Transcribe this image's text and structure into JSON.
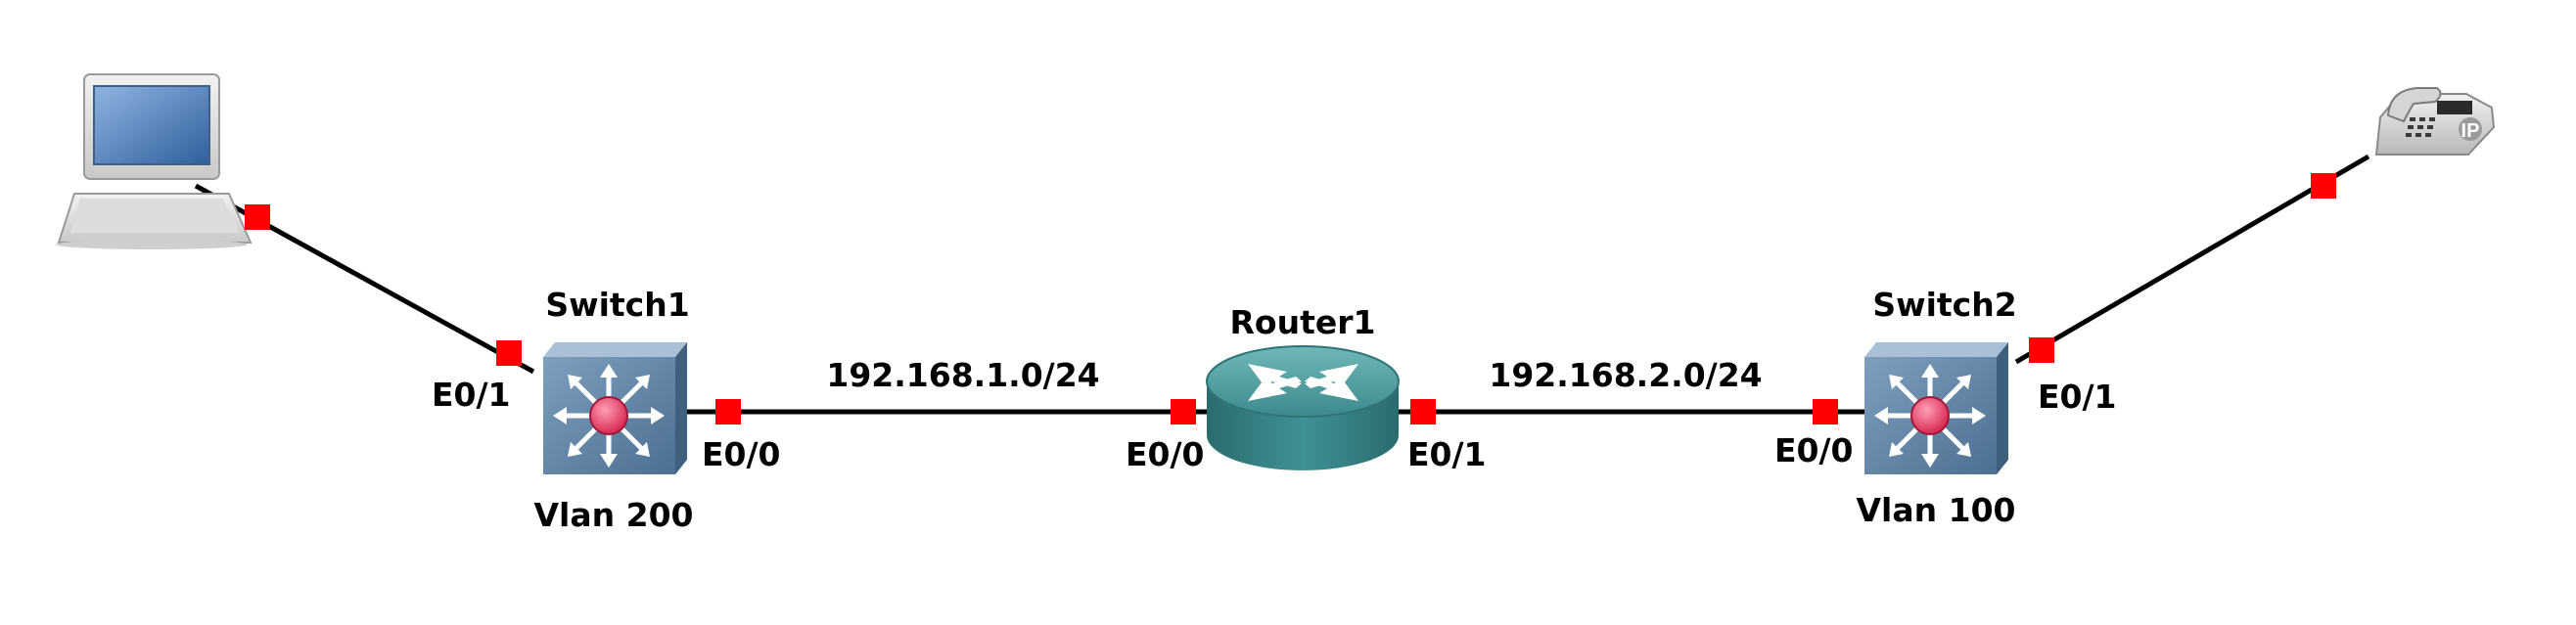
{
  "devices": {
    "switch1": {
      "name": "Switch1",
      "vlan": "Vlan 200"
    },
    "switch2": {
      "name": "Switch2",
      "vlan": "Vlan 100"
    },
    "router1": {
      "name": "Router1"
    },
    "laptop": {
      "icon": "laptop-icon"
    },
    "ip_phone": {
      "icon": "ip-phone-icon",
      "badge": "IP"
    }
  },
  "links": {
    "laptop_switch1": {
      "port_b": "E0/1"
    },
    "switch1_router1": {
      "port_a": "E0/0",
      "port_b": "E0/0",
      "network": "192.168.1.0/24"
    },
    "router1_switch2": {
      "port_a": "E0/1",
      "port_b": "E0/0",
      "network": "192.168.2.0/24"
    },
    "switch2_phone": {
      "port_a": "E0/1"
    }
  },
  "colors": {
    "link": "#000000",
    "port_marker": "#ff0000",
    "switch_body": "#5f86a8",
    "router_body": "#3c8a8c",
    "switch_center": "#e8335a"
  }
}
